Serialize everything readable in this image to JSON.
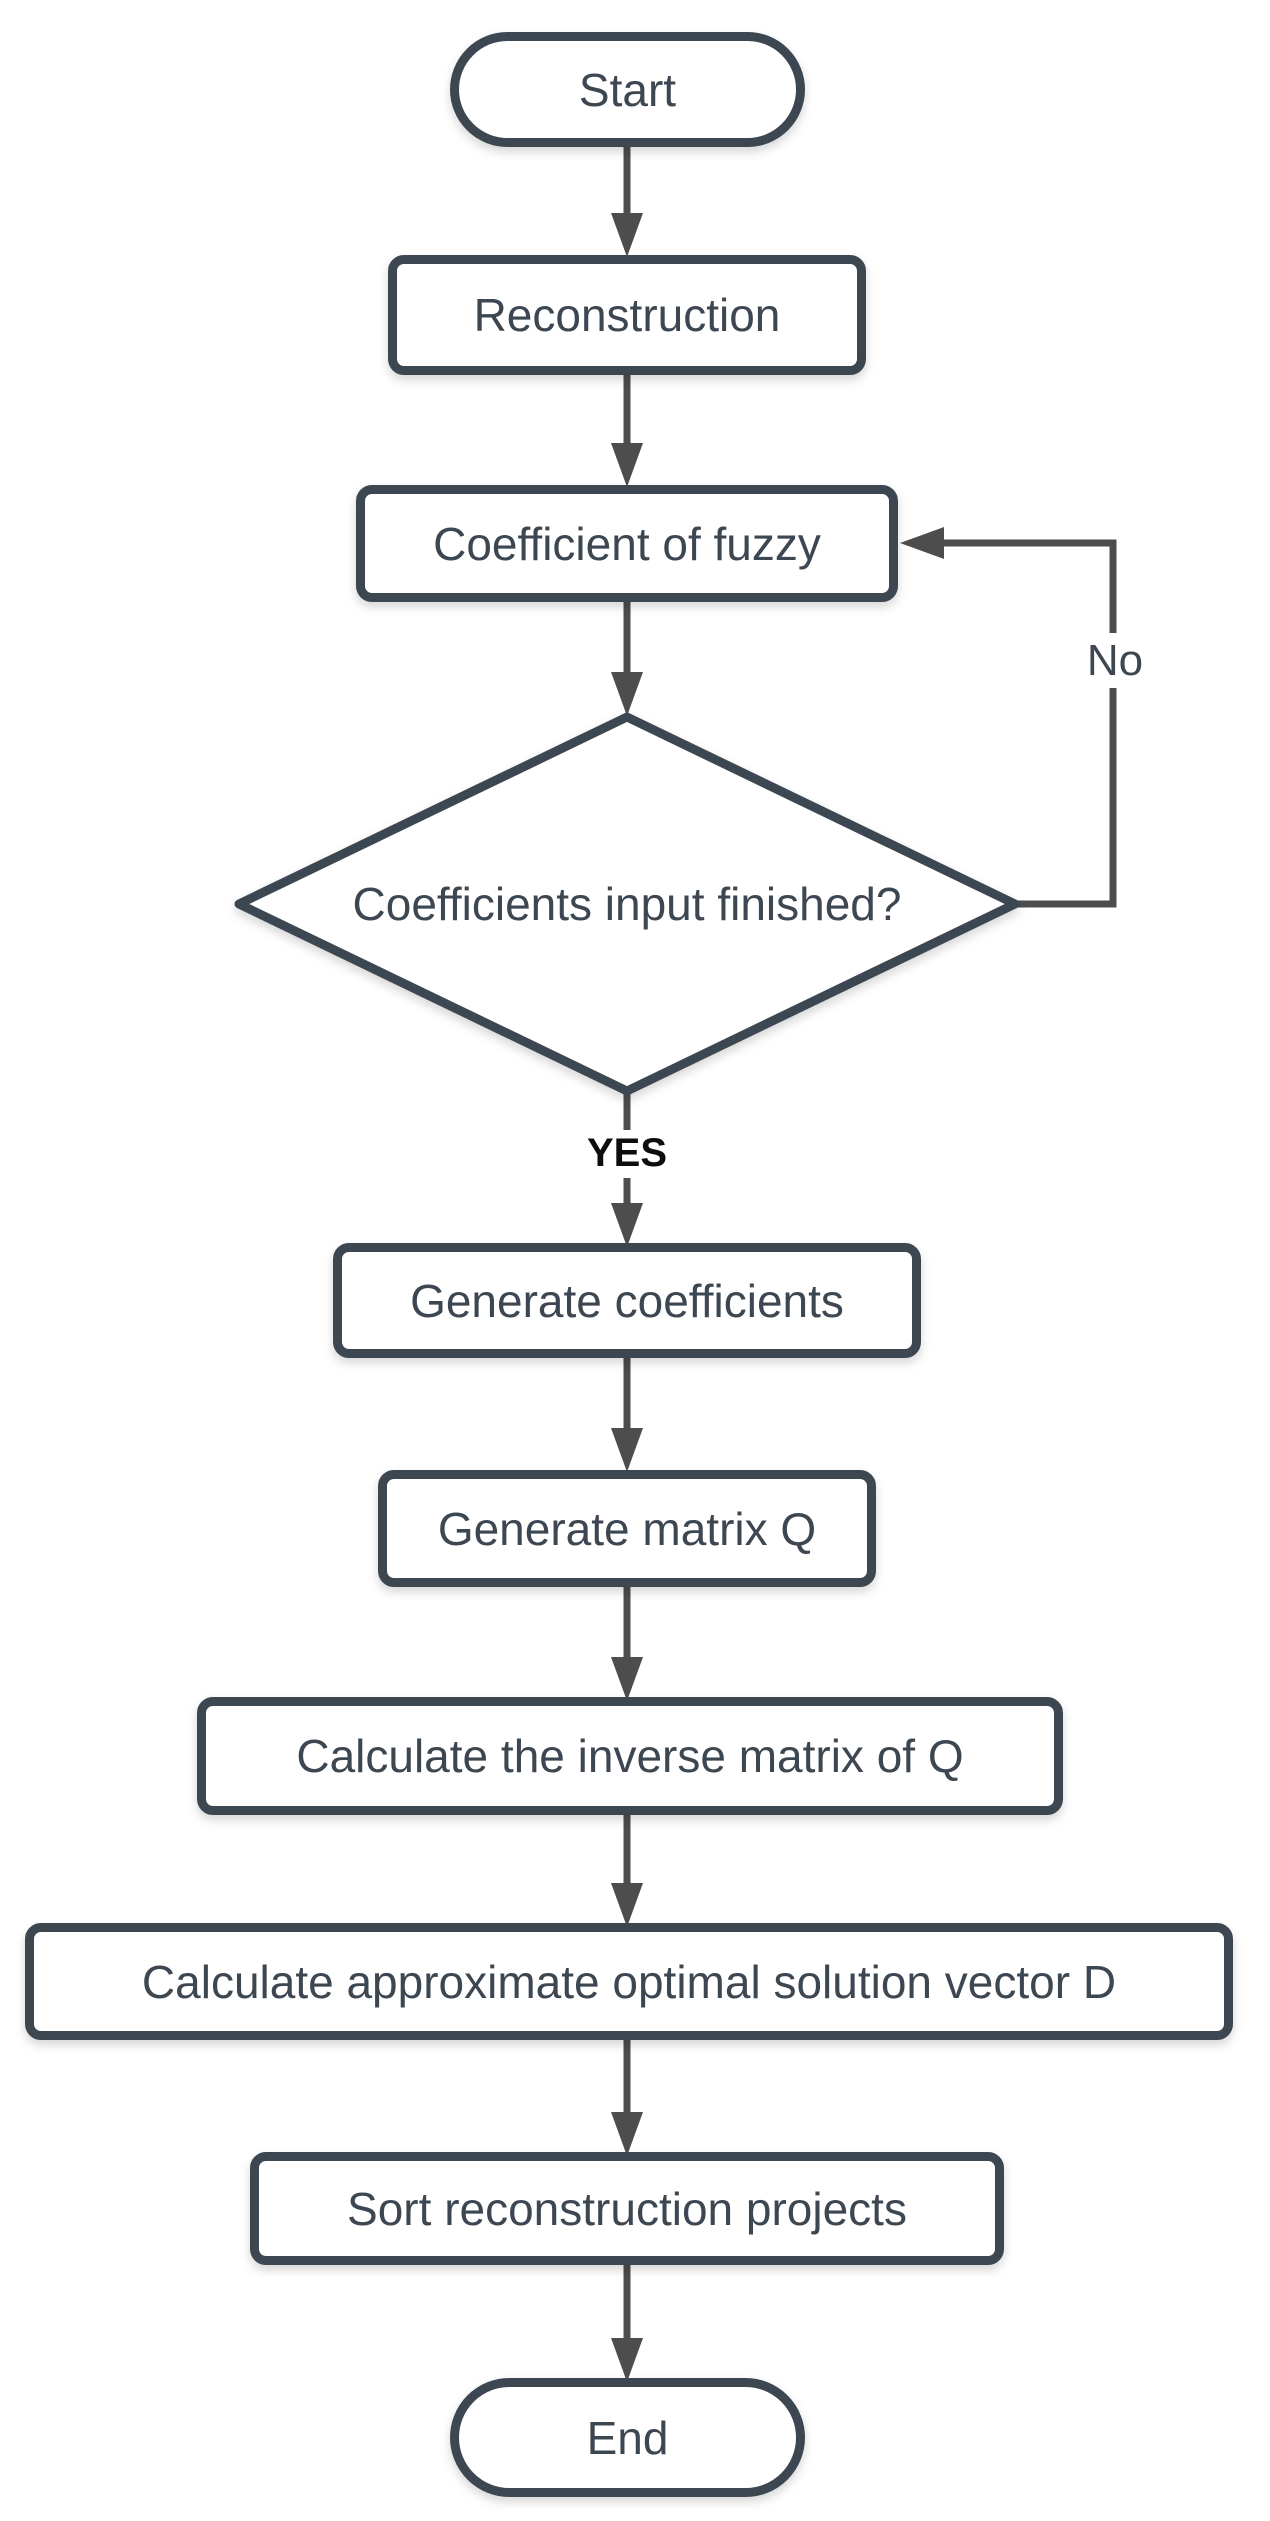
{
  "flowchart": {
    "nodes": [
      {
        "id": "start",
        "type": "terminator",
        "label": "Start"
      },
      {
        "id": "reconstruction",
        "type": "process",
        "label": "Reconstruction"
      },
      {
        "id": "coefficient-of-fuzzy",
        "type": "process",
        "label": "Coefficient of fuzzy"
      },
      {
        "id": "coefficients-input-finished",
        "type": "decision",
        "label": "Coefficients input finished?"
      },
      {
        "id": "generate-coefficients",
        "type": "process",
        "label": "Generate coefficients"
      },
      {
        "id": "generate-matrix-q",
        "type": "process",
        "label": "Generate matrix Q"
      },
      {
        "id": "calculate-inverse-matrix-of-q",
        "type": "process",
        "label": "Calculate the inverse matrix of Q"
      },
      {
        "id": "calculate-approximate-optimal-solution-vector-d",
        "type": "process",
        "label": "Calculate approximate optimal solution vector D"
      },
      {
        "id": "sort-reconstruction-projects",
        "type": "process",
        "label": "Sort reconstruction projects"
      },
      {
        "id": "end",
        "type": "terminator",
        "label": "End"
      }
    ],
    "edge_labels": {
      "yes": "YES",
      "no": "No"
    },
    "colors": {
      "node_border": "#3d4752",
      "node_text": "#3d4752",
      "connector": "#4d4d4d",
      "yes_label": "#0d0d0d",
      "background": "#ffffff"
    }
  }
}
